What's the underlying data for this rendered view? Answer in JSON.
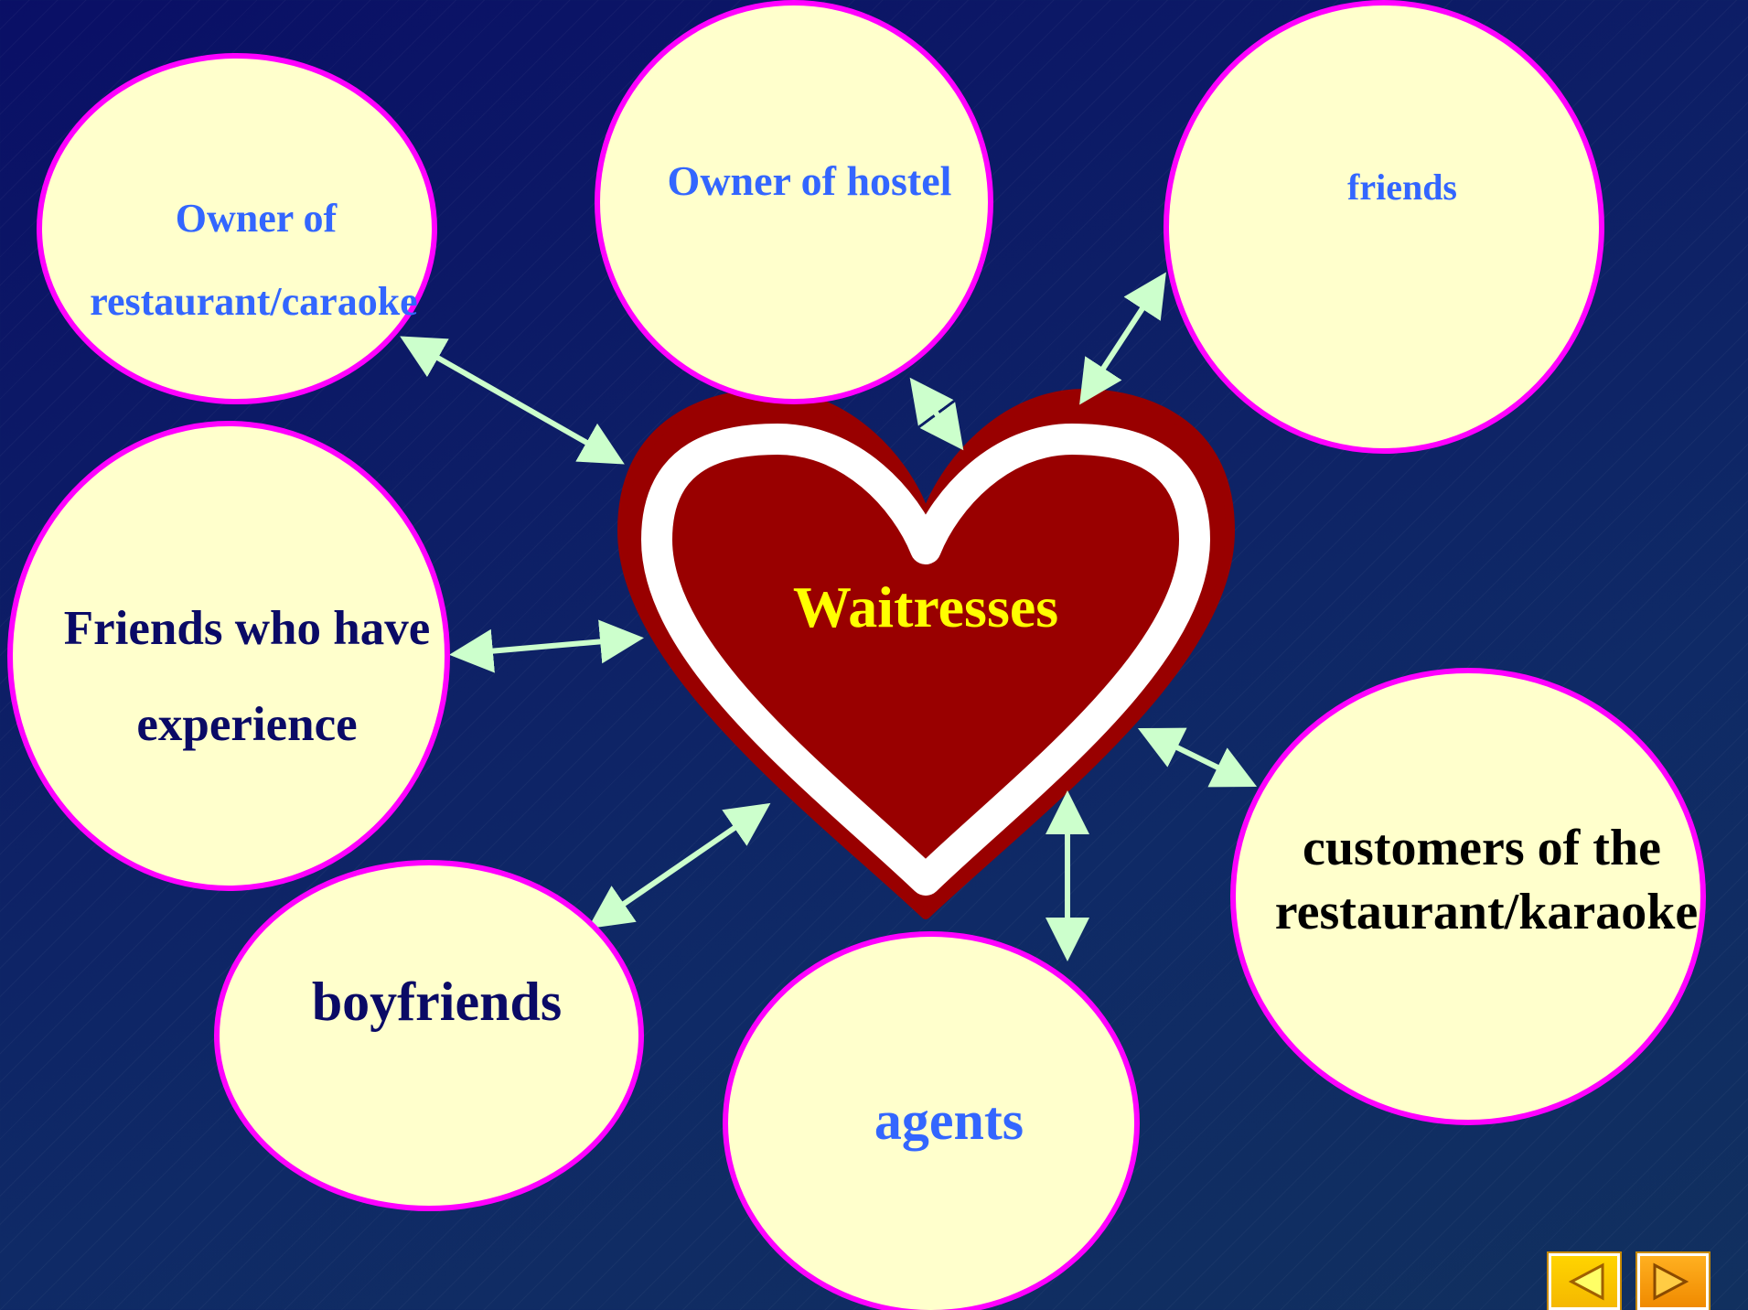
{
  "diagram": {
    "center": {
      "label": "Waitresses"
    },
    "nodes": [
      {
        "id": "owner-restaurant",
        "lines": [
          "Owner of",
          "restaurant/caraoke"
        ]
      },
      {
        "id": "owner-hostel",
        "lines": [
          "Owner of hostel"
        ]
      },
      {
        "id": "friends",
        "lines": [
          "friends"
        ]
      },
      {
        "id": "friends-experience",
        "lines": [
          "Friends who have",
          "experience"
        ]
      },
      {
        "id": "boyfriends",
        "lines": [
          "boyfriends"
        ]
      },
      {
        "id": "agents",
        "lines": [
          "agents"
        ]
      },
      {
        "id": "customers",
        "lines": [
          "customers of the",
          "restaurant/karaoke"
        ]
      }
    ],
    "colors": {
      "background": "#0d1e66",
      "bubble_fill": "#ffffcc",
      "bubble_border": "#ff00ff",
      "heart_fill": "#990000",
      "heart_outline": "#ffffff",
      "center_text": "#ffff00",
      "arrow": "#ccffcc"
    }
  },
  "navigation": {
    "prev_icon": "triangle-left-icon",
    "next_icon": "triangle-right-icon"
  }
}
